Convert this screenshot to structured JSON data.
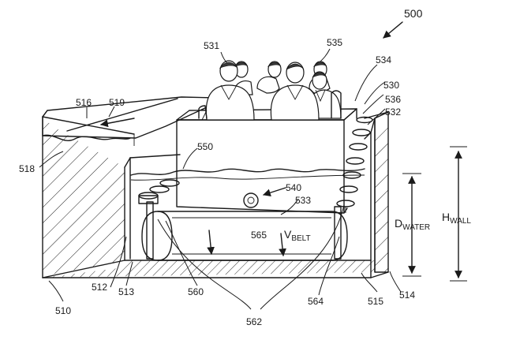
{
  "figure": {
    "number": "500",
    "labels": {
      "l510": "510",
      "l512": "512",
      "l513": "513",
      "l514": "514",
      "l515": "515",
      "l516": "516",
      "l518": "518",
      "l519": "519",
      "l530": "530",
      "l531": "531",
      "l532": "532",
      "l533": "533",
      "l534": "534",
      "l535": "535",
      "l536": "536",
      "l540": "540",
      "l550": "550",
      "l560": "560",
      "l562": "562",
      "l564": "564",
      "l565": "565"
    },
    "dimensions": {
      "d_water_main": "D",
      "d_water_sub": "WATER",
      "h_wall_main": "H",
      "h_wall_sub": "WALL",
      "v_belt_main": "V",
      "v_belt_sub": "BELT"
    }
  }
}
